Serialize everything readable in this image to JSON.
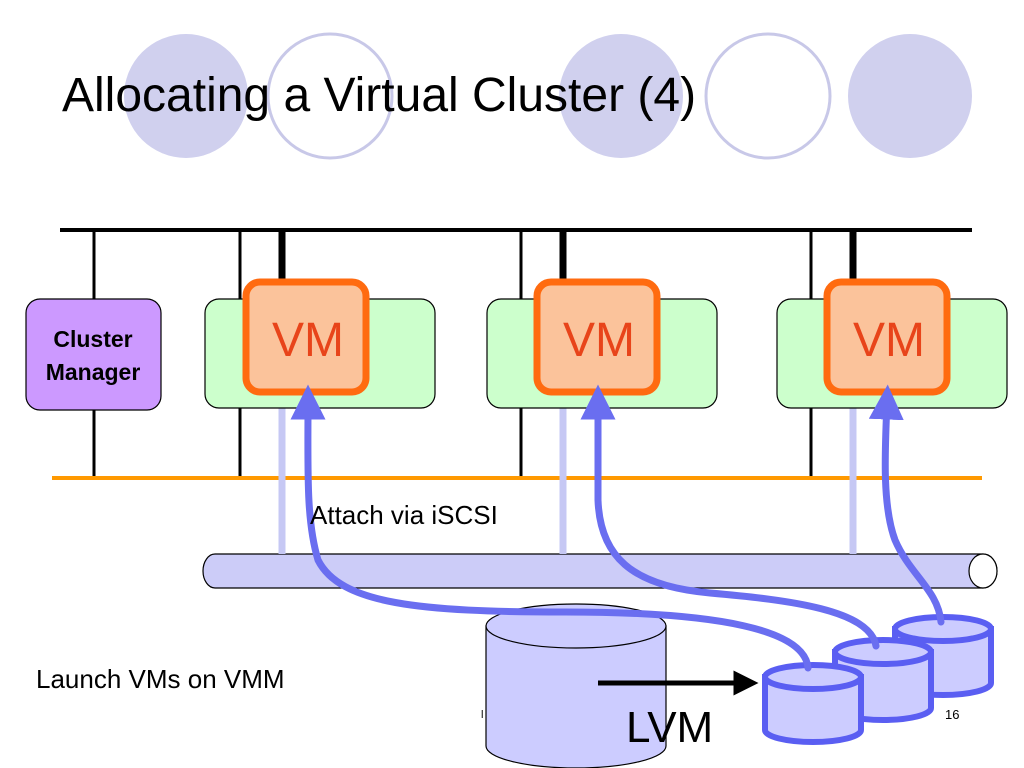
{
  "slide": {
    "title": "Allocating a Virtual Cluster (4)",
    "page_number": "16"
  },
  "diagram": {
    "cluster_manager_line1": "Cluster",
    "cluster_manager_line2": "Manager",
    "vm_label": "VM",
    "attach_label": "Attach via iSCSI",
    "launch_label": "Launch VMs on VMM",
    "lvm_label": "LVM",
    "colors": {
      "header_circle": "#d0d0ee",
      "header_ring": "#c8c8e8",
      "cluster_manager": "#cc99ff",
      "host_box": "#ccffcc",
      "vm_fill": "#fbc39b",
      "vm_border": "#ff6b10",
      "vm_text": "#e8441a",
      "network_line": "#ff9900",
      "storage_bus": "#ccccf8",
      "arrow": "#6a6ef0",
      "iscsi_line": "#c6c8f4",
      "volume_fill": "#ccccff",
      "volume_border": "#5a5ef2"
    }
  }
}
